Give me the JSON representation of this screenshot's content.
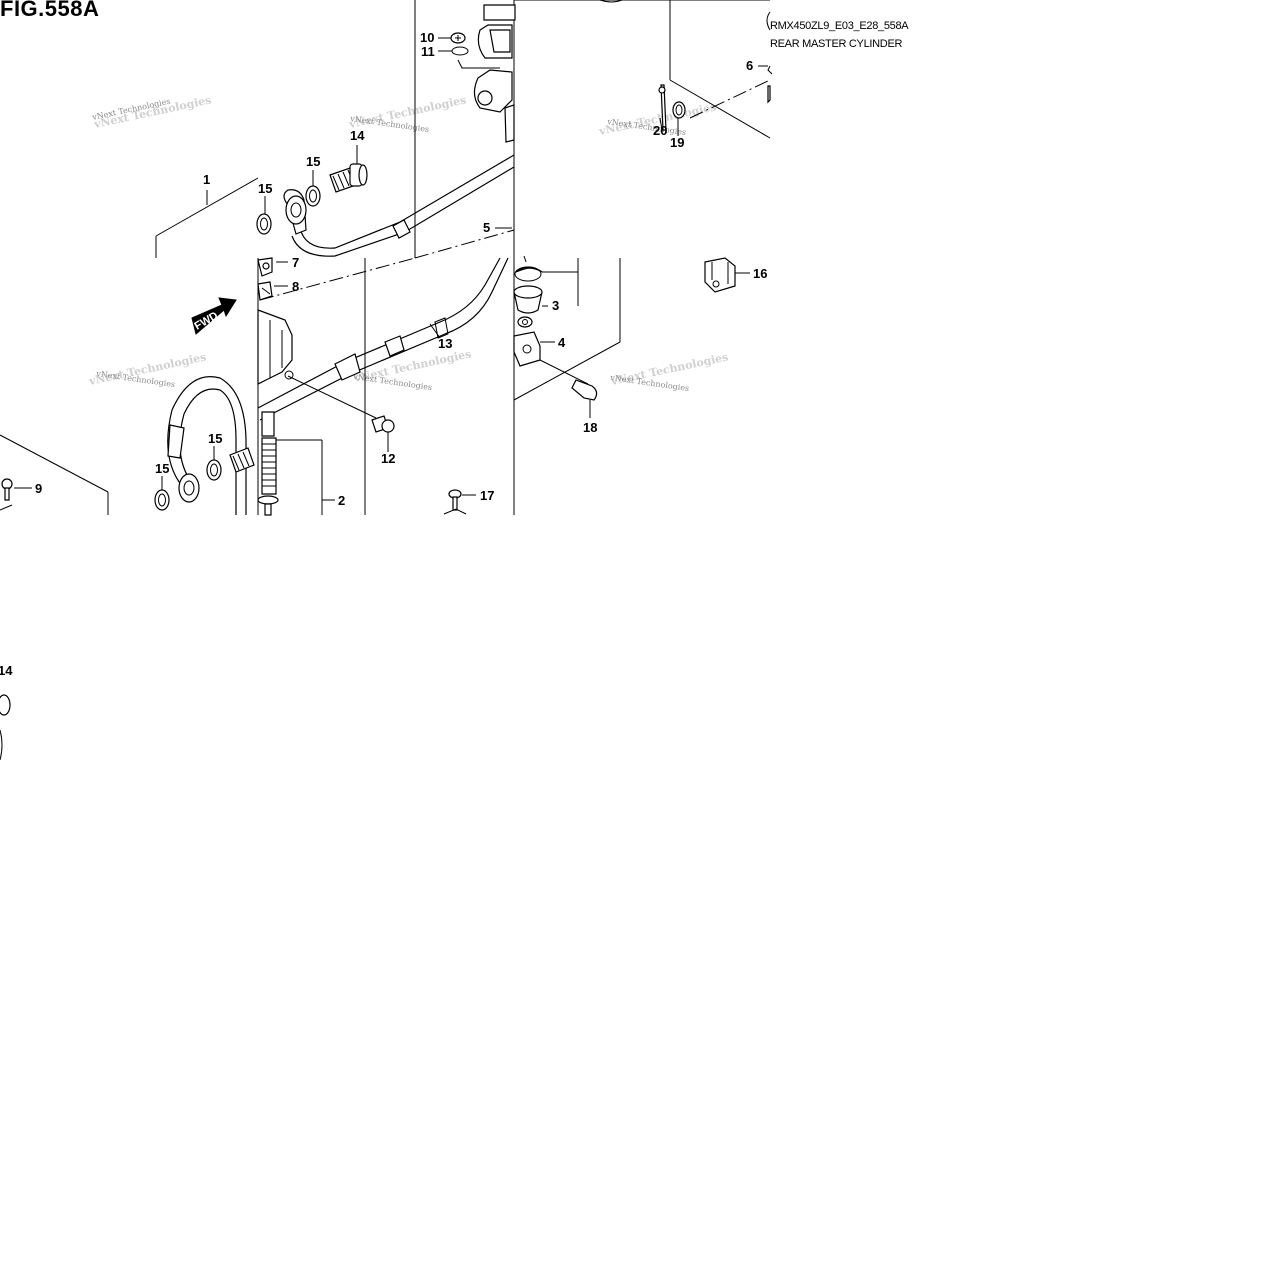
{
  "figure": {
    "title": "FIG.558A",
    "model_code": "RMX450ZL9_E03_E28_558A",
    "assembly_name": "REAR MASTER CYLINDER"
  },
  "watermark": {
    "text": "vNext Technologies"
  },
  "fwd_arrow": {
    "label": "FWD"
  },
  "callouts": [
    {
      "id": "c1",
      "label": "1"
    },
    {
      "id": "c2",
      "label": "2"
    },
    {
      "id": "c3",
      "label": "3"
    },
    {
      "id": "c4",
      "label": "4"
    },
    {
      "id": "c5",
      "label": "5"
    },
    {
      "id": "c6",
      "label": "6"
    },
    {
      "id": "c7",
      "label": "7"
    },
    {
      "id": "c8",
      "label": "8"
    },
    {
      "id": "c9",
      "label": "9"
    },
    {
      "id": "c10",
      "label": "10"
    },
    {
      "id": "c11",
      "label": "11"
    },
    {
      "id": "c12",
      "label": "12"
    },
    {
      "id": "c13",
      "label": "13"
    },
    {
      "id": "c14a",
      "label": "14"
    },
    {
      "id": "c14b",
      "label": "14"
    },
    {
      "id": "c15a",
      "label": "15"
    },
    {
      "id": "c15b",
      "label": "15"
    },
    {
      "id": "c15c",
      "label": "15"
    },
    {
      "id": "c15d",
      "label": "15"
    },
    {
      "id": "c16",
      "label": "16"
    },
    {
      "id": "c17",
      "label": "17"
    },
    {
      "id": "c18",
      "label": "18"
    },
    {
      "id": "c19",
      "label": "19"
    },
    {
      "id": "c20",
      "label": "20"
    }
  ]
}
